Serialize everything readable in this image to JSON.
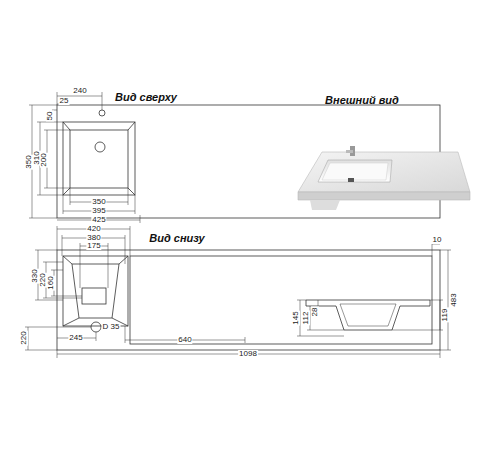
{
  "diagram": {
    "labels": [
      "Вид сверху",
      "240",
      "25",
      "50",
      "350",
      "310",
      "200",
      "350",
      "395",
      "425",
      "Вид снизу",
      "420",
      "380",
      "175",
      "10",
      "330",
      "220",
      "160",
      "483",
      "220",
      "D 35",
      "245",
      "640",
      "1098",
      "Внешний вид",
      "145",
      "112",
      "28",
      "119"
    ]
  }
}
